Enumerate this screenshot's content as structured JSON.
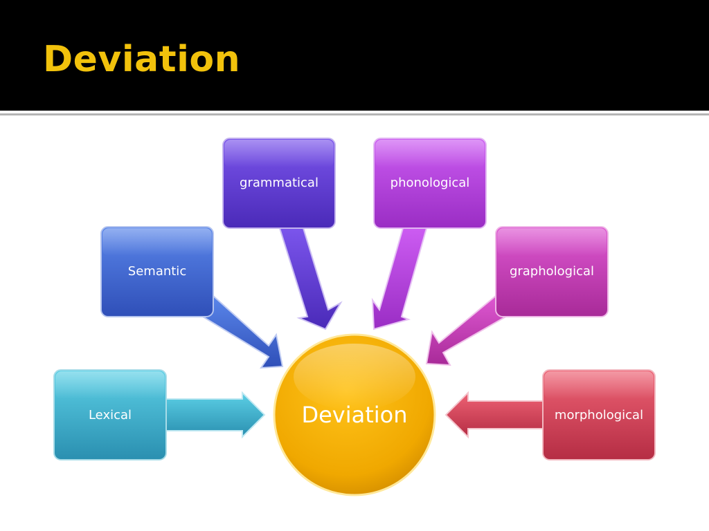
{
  "slide": {
    "title": "Deviation"
  },
  "diagram": {
    "center": {
      "label": "Deviation",
      "color": "#f4b100"
    },
    "nodes": [
      {
        "id": "lexical",
        "label": "Lexical",
        "color": "#3bb3cc"
      },
      {
        "id": "semantic",
        "label": "Semantic",
        "color": "#3d66d6"
      },
      {
        "id": "grammatical",
        "label": "grammatical",
        "color": "#5f3cd6"
      },
      {
        "id": "phonological",
        "label": "phonological",
        "color": "#b63fe0"
      },
      {
        "id": "graphological",
        "label": "graphological",
        "color": "#cb3ab8"
      },
      {
        "id": "morphological",
        "label": "morphological",
        "color": "#d9435a"
      }
    ]
  }
}
